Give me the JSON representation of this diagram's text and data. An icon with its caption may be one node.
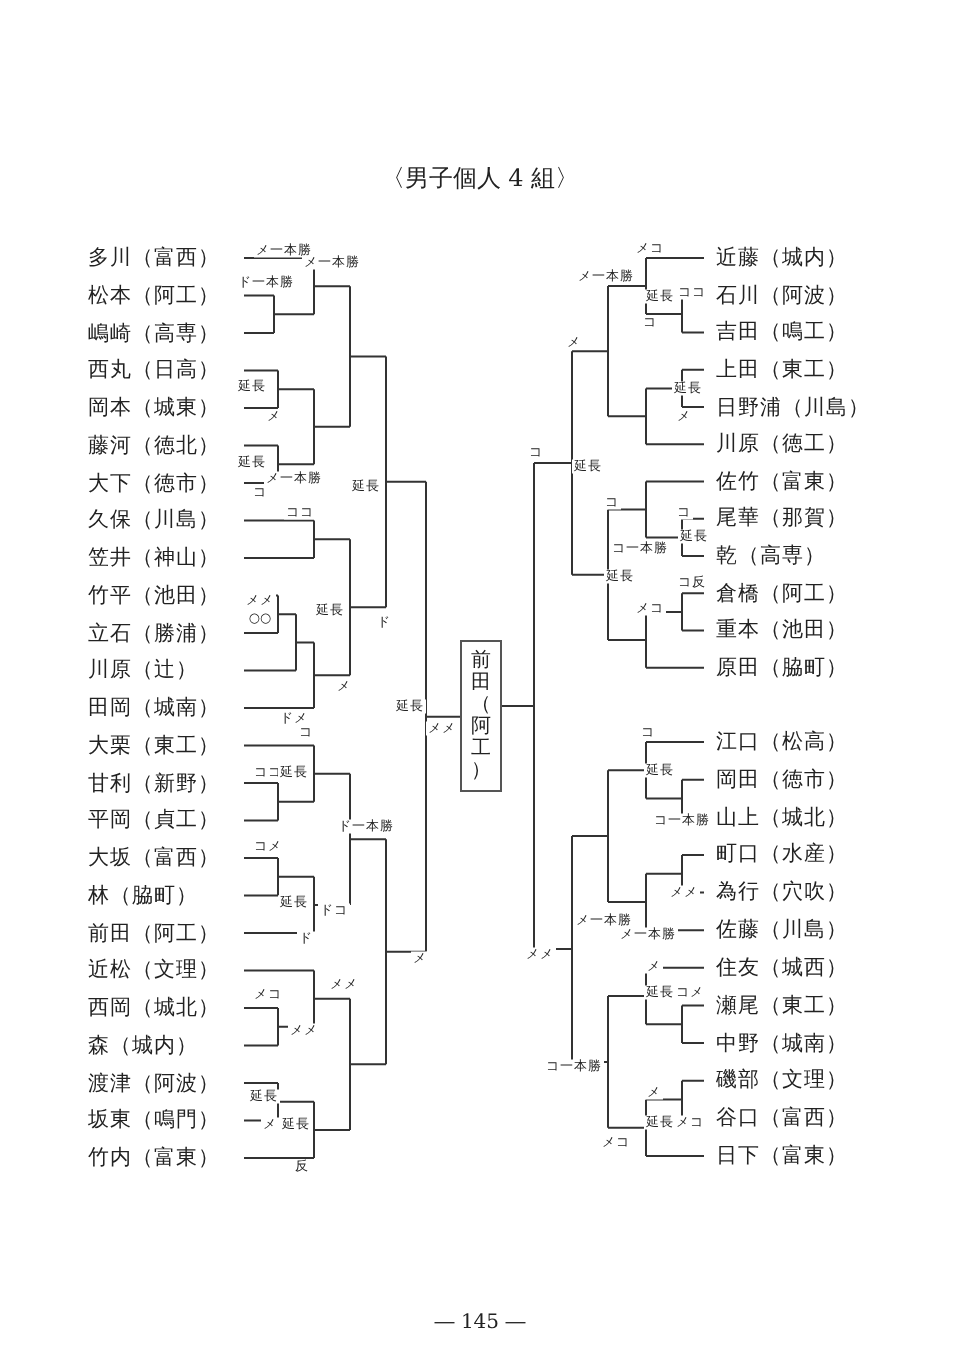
{
  "diagram": {
    "title": "〈男子個人 4 組〉",
    "nodes": [
      {
        "text": [
          "前田（阿工）"
        ]
      }
    ],
    "labels": [
      "多川（富西）",
      "松本（阿工）",
      "嶋崎（高専）",
      "西丸（日高）",
      "岡本（城東）",
      "藤河（徳北）",
      "大下（徳市）",
      "久保（川島）",
      "笠井（神山）",
      "竹平（池田）",
      "立石（勝浦）",
      "川原（辻）",
      "田岡（城南）",
      "大栗（東工）",
      "甘利（新野）",
      "平岡（貞工）",
      "大坂（富西）",
      "林（脇町）",
      "前田（阿工）",
      "近松（文理）",
      "西岡（城北）",
      "森（城内）",
      "渡津（阿波）",
      "坂東（鳴門）",
      "竹内（富東）",
      "近藤（城内）",
      "石川（阿波）",
      "吉田（鳴工）",
      "上田（東工）",
      "日野浦（川島）",
      "川原（徳工）",
      "佐竹（富東）",
      "尾華（那賀）",
      "乾（高専）",
      "倉橋（阿工）",
      "重本（池田）",
      "原田（脇町）",
      "江口（松高）",
      "岡田（徳市）",
      "山上（城北）",
      "町口（水産）",
      "為行（穴吹）",
      "佐藤（川島）",
      "住友（城西）",
      "瀬尾（東工）",
      "中野（城南）",
      "磯部（文理）",
      "谷口（富西）",
      "日下（富東）",
      "メ一本勝",
      "ド一本勝",
      "メ一本勝",
      "延長",
      "メ",
      "延長",
      "メ一本勝",
      "コ",
      "延長",
      "ココ",
      "メメ",
      "○○",
      "延長",
      "ド",
      "メ",
      "ドメ",
      "延長",
      "メメ",
      "コ",
      "ココ",
      "延長",
      "ド一本勝",
      "コメ",
      "延長",
      "ドコ",
      "ド",
      "メ",
      "メメ",
      "メコ",
      "メメ",
      "延長",
      "メ",
      "延長",
      "反",
      "メコ",
      "メ一本勝",
      "延長",
      "ココ",
      "コ",
      "メ",
      "延長",
      "メ",
      "コ",
      "延長",
      "コ",
      "コ",
      "延長",
      "コ一本勝",
      "延長",
      "コ反",
      "メコ",
      "コ",
      "延長",
      "コ一本勝",
      "メメ",
      "メ一本勝",
      "メ一本勝",
      "メ",
      "延長",
      "コメ",
      "コ一本勝",
      "メ",
      "延長",
      "メコ",
      "メコ",
      "メメ",
      "― 145 ―"
    ]
  }
}
